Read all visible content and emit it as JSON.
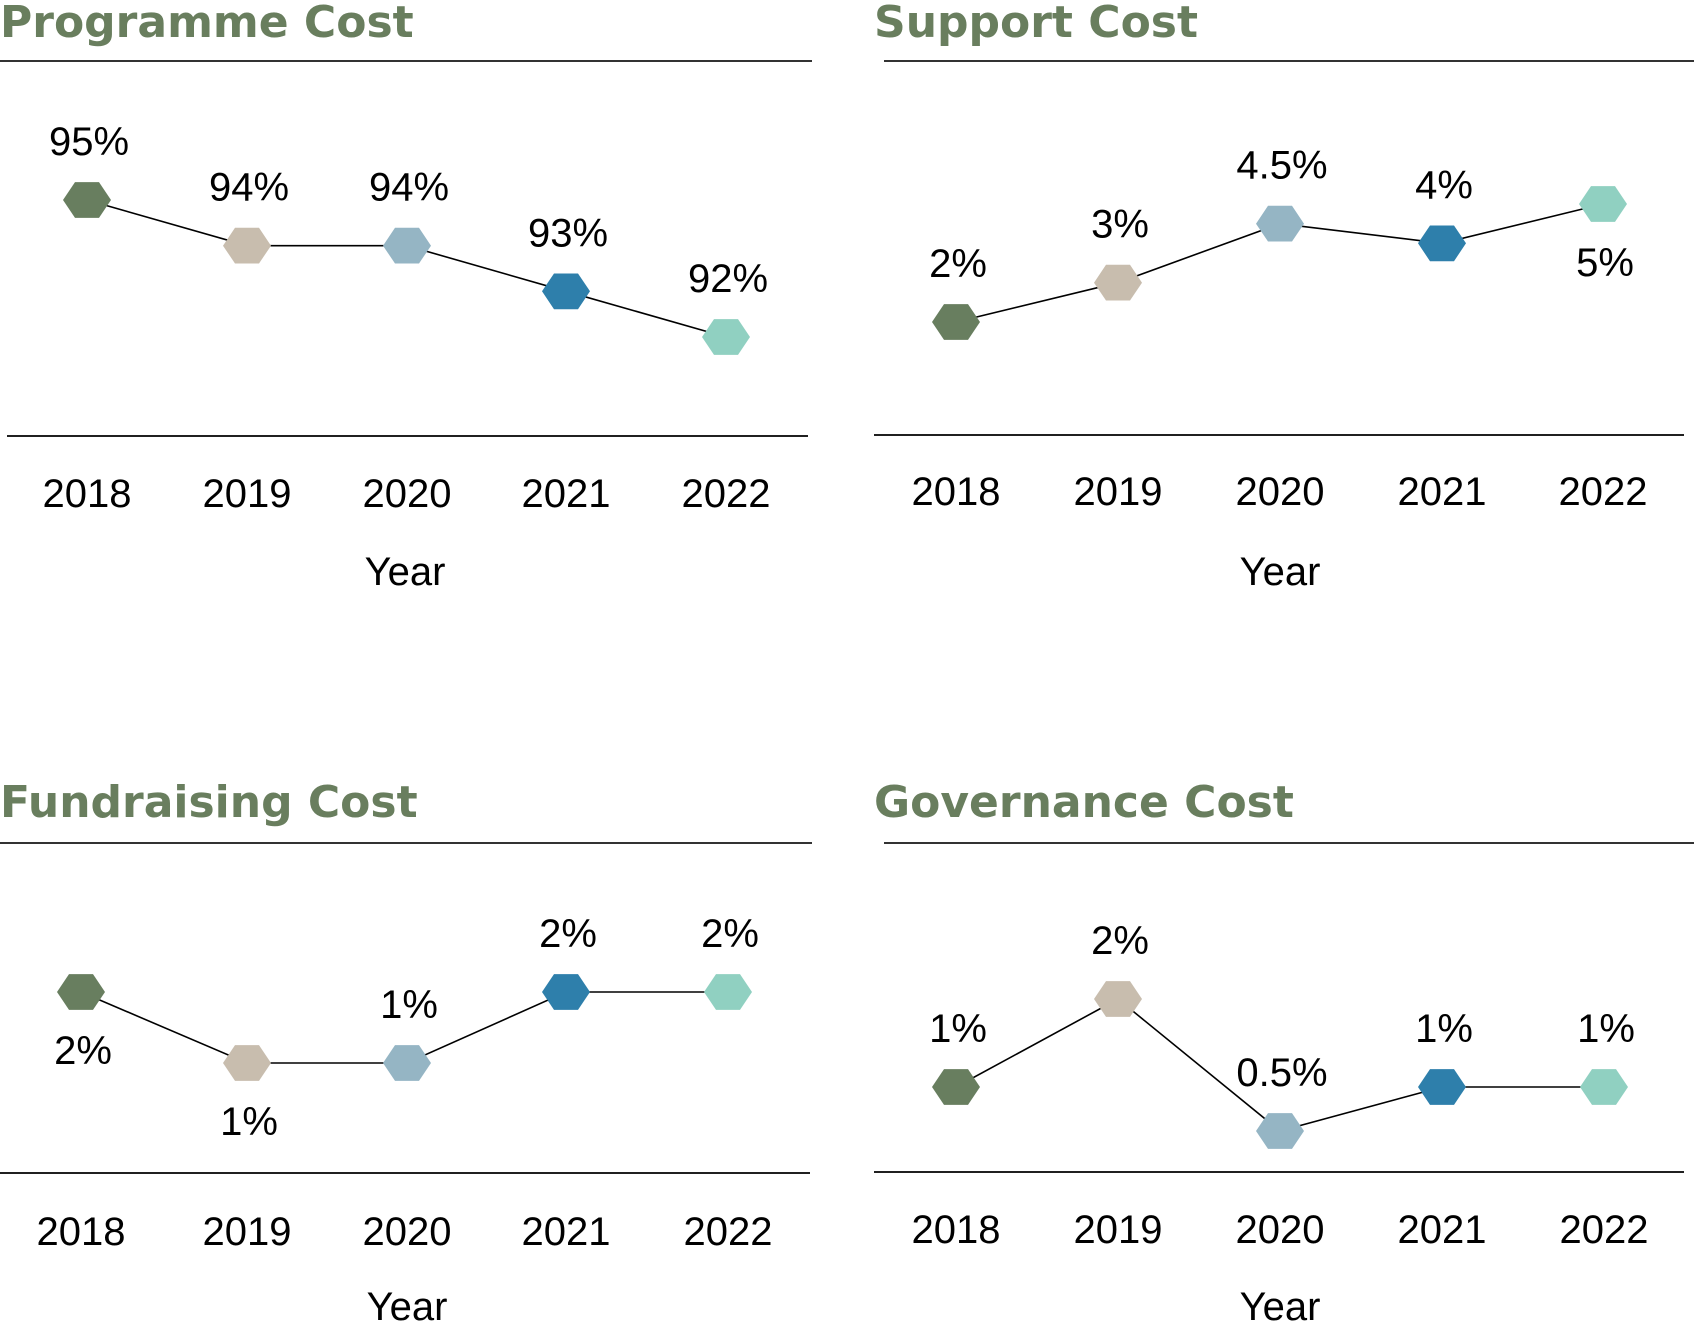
{
  "colors": {
    "title": "#697e5e",
    "axis": "#000000",
    "line": "#000000",
    "markers": [
      "#687e5f",
      "#c8bdae",
      "#95b5c4",
      "#2e7fab",
      "#90d0c1"
    ]
  },
  "chart_data": [
    {
      "type": "line",
      "marker": "hexagon",
      "title": "Programme Cost",
      "xlabel": "Year",
      "ylabel": "",
      "categories": [
        "2018",
        "2019",
        "2020",
        "2021",
        "2022"
      ],
      "values": [
        95,
        94,
        94,
        93,
        92
      ],
      "labels": [
        "95%",
        "94%",
        "94%",
        "93%",
        "92%"
      ],
      "label_position": [
        "above",
        "above",
        "above",
        "above",
        "above"
      ],
      "grid": false
    },
    {
      "type": "line",
      "marker": "hexagon",
      "title": "Support Cost",
      "xlabel": "Year",
      "ylabel": "",
      "categories": [
        "2018",
        "2019",
        "2020",
        "2021",
        "2022"
      ],
      "values": [
        2,
        3,
        4.5,
        4,
        5
      ],
      "labels": [
        "2%",
        "3%",
        "4.5%",
        "4%",
        "5%"
      ],
      "label_position": [
        "above",
        "above",
        "above",
        "above",
        "below"
      ],
      "grid": false
    },
    {
      "type": "line",
      "marker": "hexagon",
      "title": "Fundraising Cost",
      "xlabel": "Year",
      "ylabel": "",
      "categories": [
        "2018",
        "2019",
        "2020",
        "2021",
        "2022"
      ],
      "values": [
        2,
        1,
        1,
        2,
        2
      ],
      "labels": [
        "2%",
        "1%",
        "1%",
        "2%",
        "2%"
      ],
      "label_position": [
        "below",
        "below",
        "above",
        "above",
        "above"
      ],
      "grid": false
    },
    {
      "type": "line",
      "marker": "hexagon",
      "title": "Governance Cost",
      "xlabel": "Year",
      "ylabel": "",
      "categories": [
        "2018",
        "2019",
        "2020",
        "2021",
        "2022"
      ],
      "values": [
        1,
        2,
        0.5,
        1,
        1
      ],
      "labels": [
        "1%",
        "2%",
        "0.5%",
        "1%",
        "1%"
      ],
      "label_position": [
        "above",
        "above",
        "above",
        "above",
        "above"
      ],
      "grid": false
    }
  ]
}
